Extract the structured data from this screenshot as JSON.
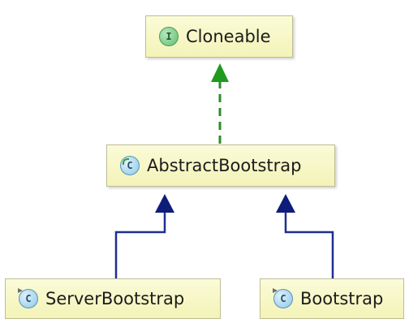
{
  "nodes": {
    "cloneable": {
      "label": "Cloneable",
      "badge": "I",
      "kind": "interface"
    },
    "abstract_bootstrap": {
      "label": "AbstractBootstrap",
      "badge": "C",
      "kind": "abstract class"
    },
    "server_bootstrap": {
      "label": "ServerBootstrap",
      "badge": "C",
      "kind": "class"
    },
    "bootstrap": {
      "label": "Bootstrap",
      "badge": "C",
      "kind": "class"
    }
  },
  "edges": [
    {
      "from": "abstract_bootstrap",
      "to": "cloneable",
      "style": "dashed",
      "color": "#2e8b2e",
      "relation": "implements"
    },
    {
      "from": "server_bootstrap",
      "to": "abstract_bootstrap",
      "style": "solid",
      "color": "#1e2f8f",
      "relation": "extends"
    },
    {
      "from": "bootstrap",
      "to": "abstract_bootstrap",
      "style": "solid",
      "color": "#1e2f8f",
      "relation": "extends"
    }
  ]
}
